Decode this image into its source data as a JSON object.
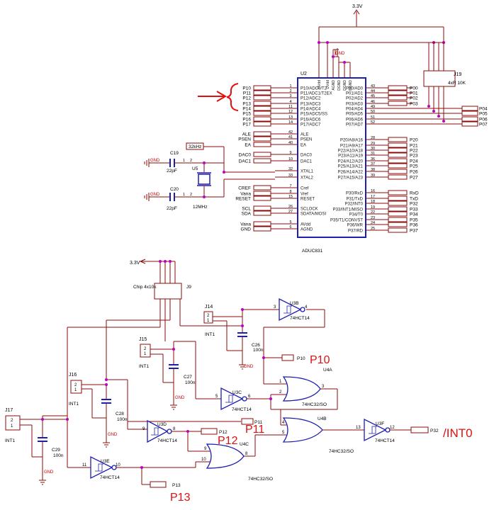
{
  "supply": {
    "top": "3.3V",
    "mid": "3.3V",
    "gnd": "GND"
  },
  "u2": {
    "ref": "U2",
    "part": "ADUC831",
    "left_pins": [
      "P10/ADC0/T2",
      "P11/ADC1/T2EX",
      "P12/ADC2",
      "P13/ADC3",
      "P14/ADC4",
      "P15/ADC5/SS",
      "P16/ADC6",
      "P17/ADC7",
      "ALE",
      "PSEN",
      "EA",
      "DAC0",
      "DAC1",
      "XTAL1",
      "XTAL2",
      "Cref",
      "Vref",
      "RESET",
      "SCLOCK",
      "SDATA/MOSI",
      "AVdd",
      "AGND"
    ],
    "left_nums": [
      "1",
      "2",
      "3",
      "4",
      "11",
      "12",
      "13",
      "14",
      "42",
      "41",
      "40",
      "9",
      "10",
      "32",
      "33",
      "7",
      "8",
      "15",
      "26",
      "27",
      "5",
      "6"
    ],
    "right_pins": [
      "P00/AD0",
      "P01/AD1",
      "P02/AD2",
      "P03/AD3",
      "P04/AD4",
      "P05/AD5",
      "P06/AD6",
      "P07/AD7",
      "P20/A8/A16",
      "P21/A9/A17",
      "P22/A10/A18",
      "P23/A11/A19",
      "P24/A12/A20",
      "P25/A13/A21",
      "P26/A14/A22",
      "P27/A15/A23",
      "P30/RxD",
      "P31/TxD",
      "P32/INT0",
      "P33/INT1/MISO",
      "P34/T0",
      "P35/T1/CONVST",
      "P36/WR",
      "P37/RD"
    ],
    "right_nums": [
      "43",
      "44",
      "45",
      "46",
      "49",
      "50",
      "51",
      "52",
      "28",
      "29",
      "30",
      "31",
      "36",
      "37",
      "38",
      "39",
      "16",
      "17",
      "18",
      "19",
      "22",
      "23",
      "24",
      "25"
    ],
    "top_pins": [
      "DVdd",
      "DVdd",
      "AGND",
      "DGND",
      "DGND",
      "DGND"
    ]
  },
  "left_nets": [
    "P10",
    "P11",
    "P12",
    "P13",
    "P14",
    "P15",
    "P16",
    "P17",
    "ALE",
    "PSEN",
    "EA",
    "DAC0",
    "DAC1",
    "CREF",
    "Vana",
    "RESET",
    "SCL",
    "SDA",
    "Vana",
    "GND"
  ],
  "right_nets": [
    "P00",
    "P01",
    "P02",
    "P03",
    "P04",
    "P05",
    "P06",
    "P07",
    "P20",
    "P21",
    "P22",
    "P23",
    "P24",
    "P25",
    "P26",
    "P27",
    "RxD",
    "TxD",
    "P32",
    "P33",
    "P34",
    "P35",
    "P36",
    "P37"
  ],
  "osc": {
    "label": "32kHz",
    "crystal": "U5",
    "freq": "12MHz",
    "c19": "C19",
    "c20": "C20",
    "cap": "22pF",
    "gnd": "GND"
  },
  "j19": {
    "ref": "J19",
    "value": "4xR 10K"
  },
  "j9": {
    "value": "Chip 4x10k",
    "ref": "J9"
  },
  "headers": {
    "j14": "J14",
    "j15": "J15",
    "j16": "J16",
    "j17": "J17",
    "int": "INT1",
    "p1": "1",
    "p2": "2"
  },
  "caps": {
    "c26": "C26",
    "c27": "C27",
    "c28": "C28",
    "c29": "C29",
    "value": "100n"
  },
  "gates": {
    "inv_part": "74HCT14",
    "or_part": "74HC32/SO",
    "u3b": "U3B",
    "u3c": "U3C",
    "u3d": "U3D",
    "u3e": "U3E",
    "u3f": "U3F",
    "u4a": "U4A",
    "u4b": "U4B",
    "u4c": "U4C"
  },
  "outputs": {
    "p10": "P10",
    "p11": "P11",
    "p12": "P12",
    "p13": "P13",
    "int0": "/INT0",
    "p32": "P32"
  },
  "pin_numbers": {
    "n1": "1",
    "n2": "2",
    "n3": "3",
    "n4": "4",
    "n5": "5",
    "n6": "6",
    "n8": "8",
    "n9": "9",
    "n10": "10",
    "n11": "11",
    "n12": "12",
    "n13": "13"
  },
  "colors": {
    "wire": "#8b0b0b",
    "bus": "#1d1db0",
    "gate": "#1d1db0",
    "annotation": "#e01010",
    "junction": "#c000c0"
  }
}
